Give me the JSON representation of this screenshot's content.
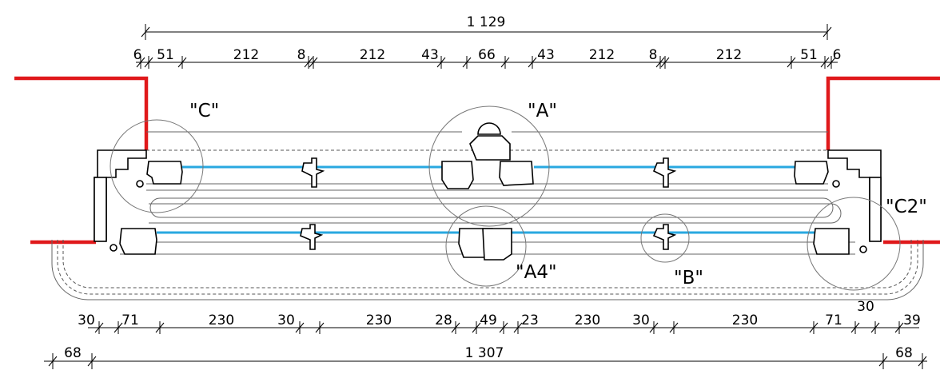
{
  "top": {
    "total": "1 129",
    "segments": [
      "6",
      "51",
      "212",
      "8",
      "212",
      "43",
      "66",
      "43",
      "212",
      "8",
      "212",
      "51",
      "6"
    ]
  },
  "bottom": {
    "segments": [
      "30",
      "71",
      "230",
      "30",
      "230",
      "28",
      "49",
      "23",
      "230",
      "30",
      "230",
      "71",
      "39"
    ],
    "extra": "30",
    "left": "68",
    "total": "1 307",
    "right": "68"
  },
  "details": {
    "a": "\"A\"",
    "a4": "\"A4\"",
    "b": "\"B\"",
    "c": "\"C\"",
    "c2": "\"C2\""
  },
  "colors": {
    "wall": "#e0191b",
    "glass": "#29a8e0"
  }
}
